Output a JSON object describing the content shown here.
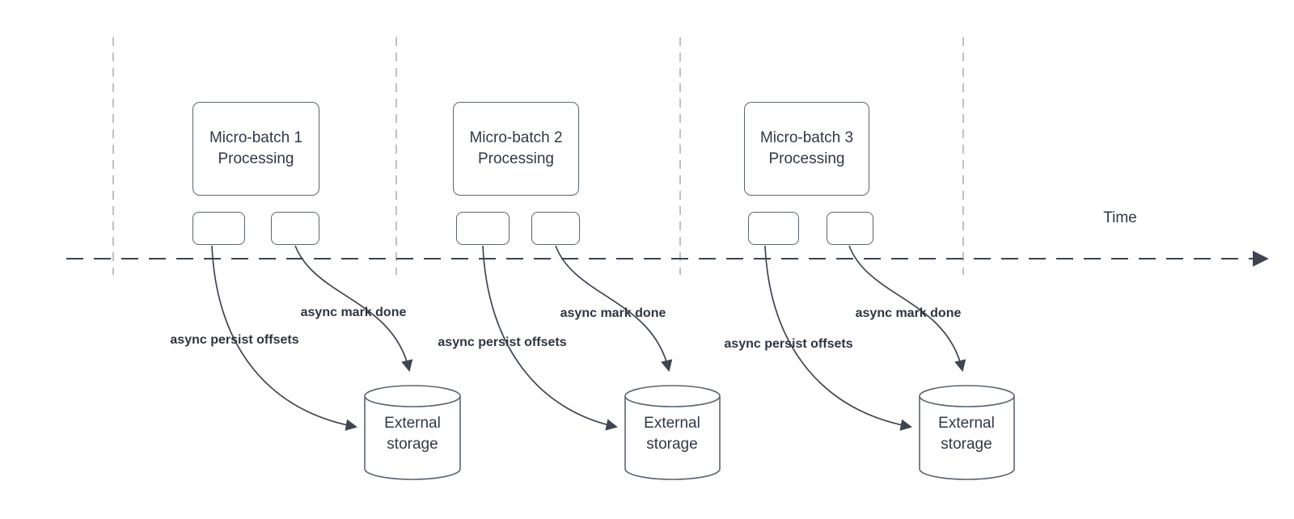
{
  "diagram": {
    "time_label": "Time",
    "groups": [
      {
        "processing_label": "Micro-batch 1\nProcessing",
        "persist_label": "async persist offsets",
        "mark_done_label": "async mark done",
        "storage_label": "External\nstorage"
      },
      {
        "processing_label": "Micro-batch 2\nProcessing",
        "persist_label": "async persist offsets",
        "mark_done_label": "async mark done",
        "storage_label": "External\nstorage"
      },
      {
        "processing_label": "Micro-batch 3\nProcessing",
        "persist_label": "async persist offsets",
        "mark_done_label": "async mark done",
        "storage_label": "External\nstorage"
      }
    ],
    "colors": {
      "arrow_stroke": "#3e4450",
      "shape_border": "#5c6470",
      "divider_stroke": "#aeb0b4",
      "label_text": "#313845"
    }
  }
}
